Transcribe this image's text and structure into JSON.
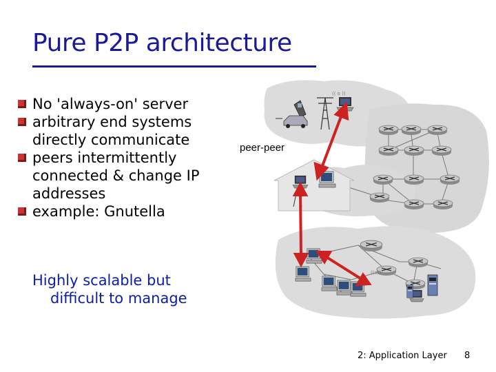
{
  "slide": {
    "title": "Pure P2P architecture",
    "bullets": [
      {
        "lines": [
          "No 'always-on' server"
        ]
      },
      {
        "lines": [
          "arbitrary end systems",
          "directly communicate"
        ]
      },
      {
        "lines": [
          "peers intermittently",
          "connected & change IP",
          "addresses"
        ]
      },
      {
        "lines": [
          "example: Gnutella"
        ]
      }
    ],
    "note": [
      "Highly scalable but",
      "difficult to manage"
    ],
    "diagram_label": "peer-peer",
    "footer": "2: Application Layer",
    "page_number": "8"
  },
  "colors": {
    "title": "#1a1a99",
    "bullet": "#cc3333",
    "note": "#0b1fa0",
    "arrow": "#cc2222",
    "network": "#dcdcdc"
  },
  "icons": [
    "router-icon",
    "laptop-icon",
    "desktop-computer-icon",
    "server-icon",
    "cell-tower-icon",
    "cell-phone-icon",
    "car-icon",
    "house-icon"
  ]
}
